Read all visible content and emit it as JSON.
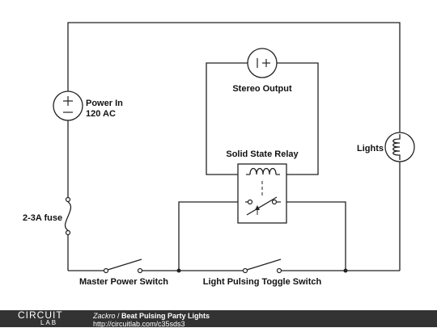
{
  "diagram": {
    "labels": {
      "power": [
        "Power In",
        "120 AC"
      ],
      "stereo": "Stereo Output",
      "relay": "Solid State Relay",
      "lights": "Lights",
      "fuse": "2-3A fuse",
      "master_switch": "Master Power Switch",
      "toggle_switch": "Light Pulsing Toggle Switch"
    },
    "symbols": {
      "power_source": "+ / −",
      "stereo_source": "| +"
    }
  },
  "footer": {
    "logo_top": "CIRCUIT",
    "logo_bottom": "LAB",
    "author": "Zackro",
    "separator": " / ",
    "title": "Beat Pulsing Party Lights",
    "url": "http://circuitlab.com/c35sds3"
  },
  "colors": {
    "wire": "#222222",
    "footer_bg": "#333333",
    "footer_text": "#ffffff"
  }
}
